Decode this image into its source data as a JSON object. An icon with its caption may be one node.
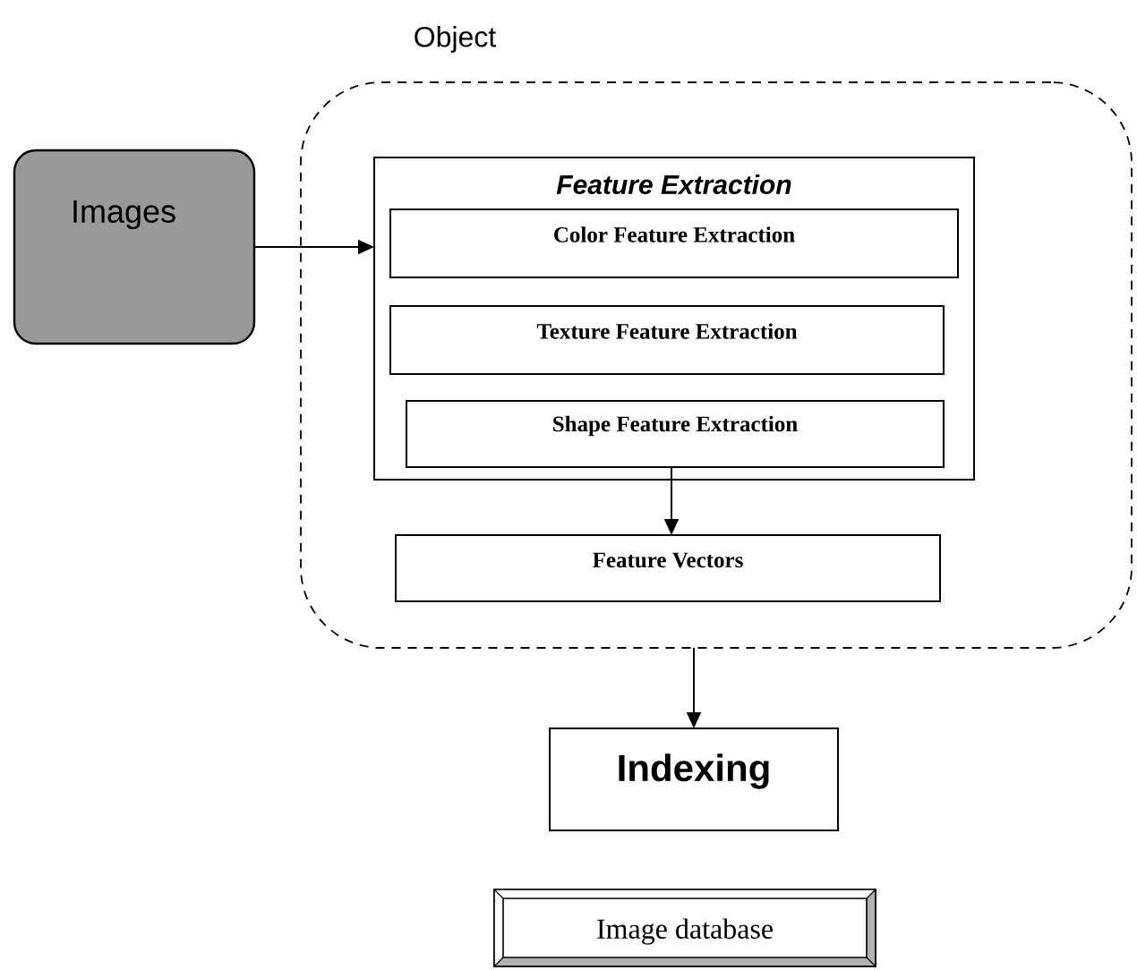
{
  "diagram": {
    "nodes": [
      {
        "text": [
          "Object"
        ]
      },
      {
        "text": [
          "Images"
        ]
      },
      {
        "text": [
          "Feature Extraction"
        ],
        "in": 0
      },
      {
        "text": [
          "Color Feature Extraction"
        ],
        "in": 2
      },
      {
        "text": [
          "Texture Feature Extraction"
        ],
        "in": 2
      },
      {
        "text": [
          "Shape Feature Extraction"
        ],
        "in": 2
      },
      {
        "text": [
          "Feature Vectors"
        ],
        "in": 0
      },
      {
        "text": [
          "Indexing"
        ]
      },
      {
        "text": [
          "Image database"
        ]
      }
    ],
    "edges": [
      {
        "from": 1,
        "to": 2,
        "arrow": "to"
      },
      {
        "from": 5,
        "to": 6,
        "arrow": "to"
      },
      {
        "from": 0,
        "to": 7,
        "arrow": "to"
      }
    ]
  }
}
